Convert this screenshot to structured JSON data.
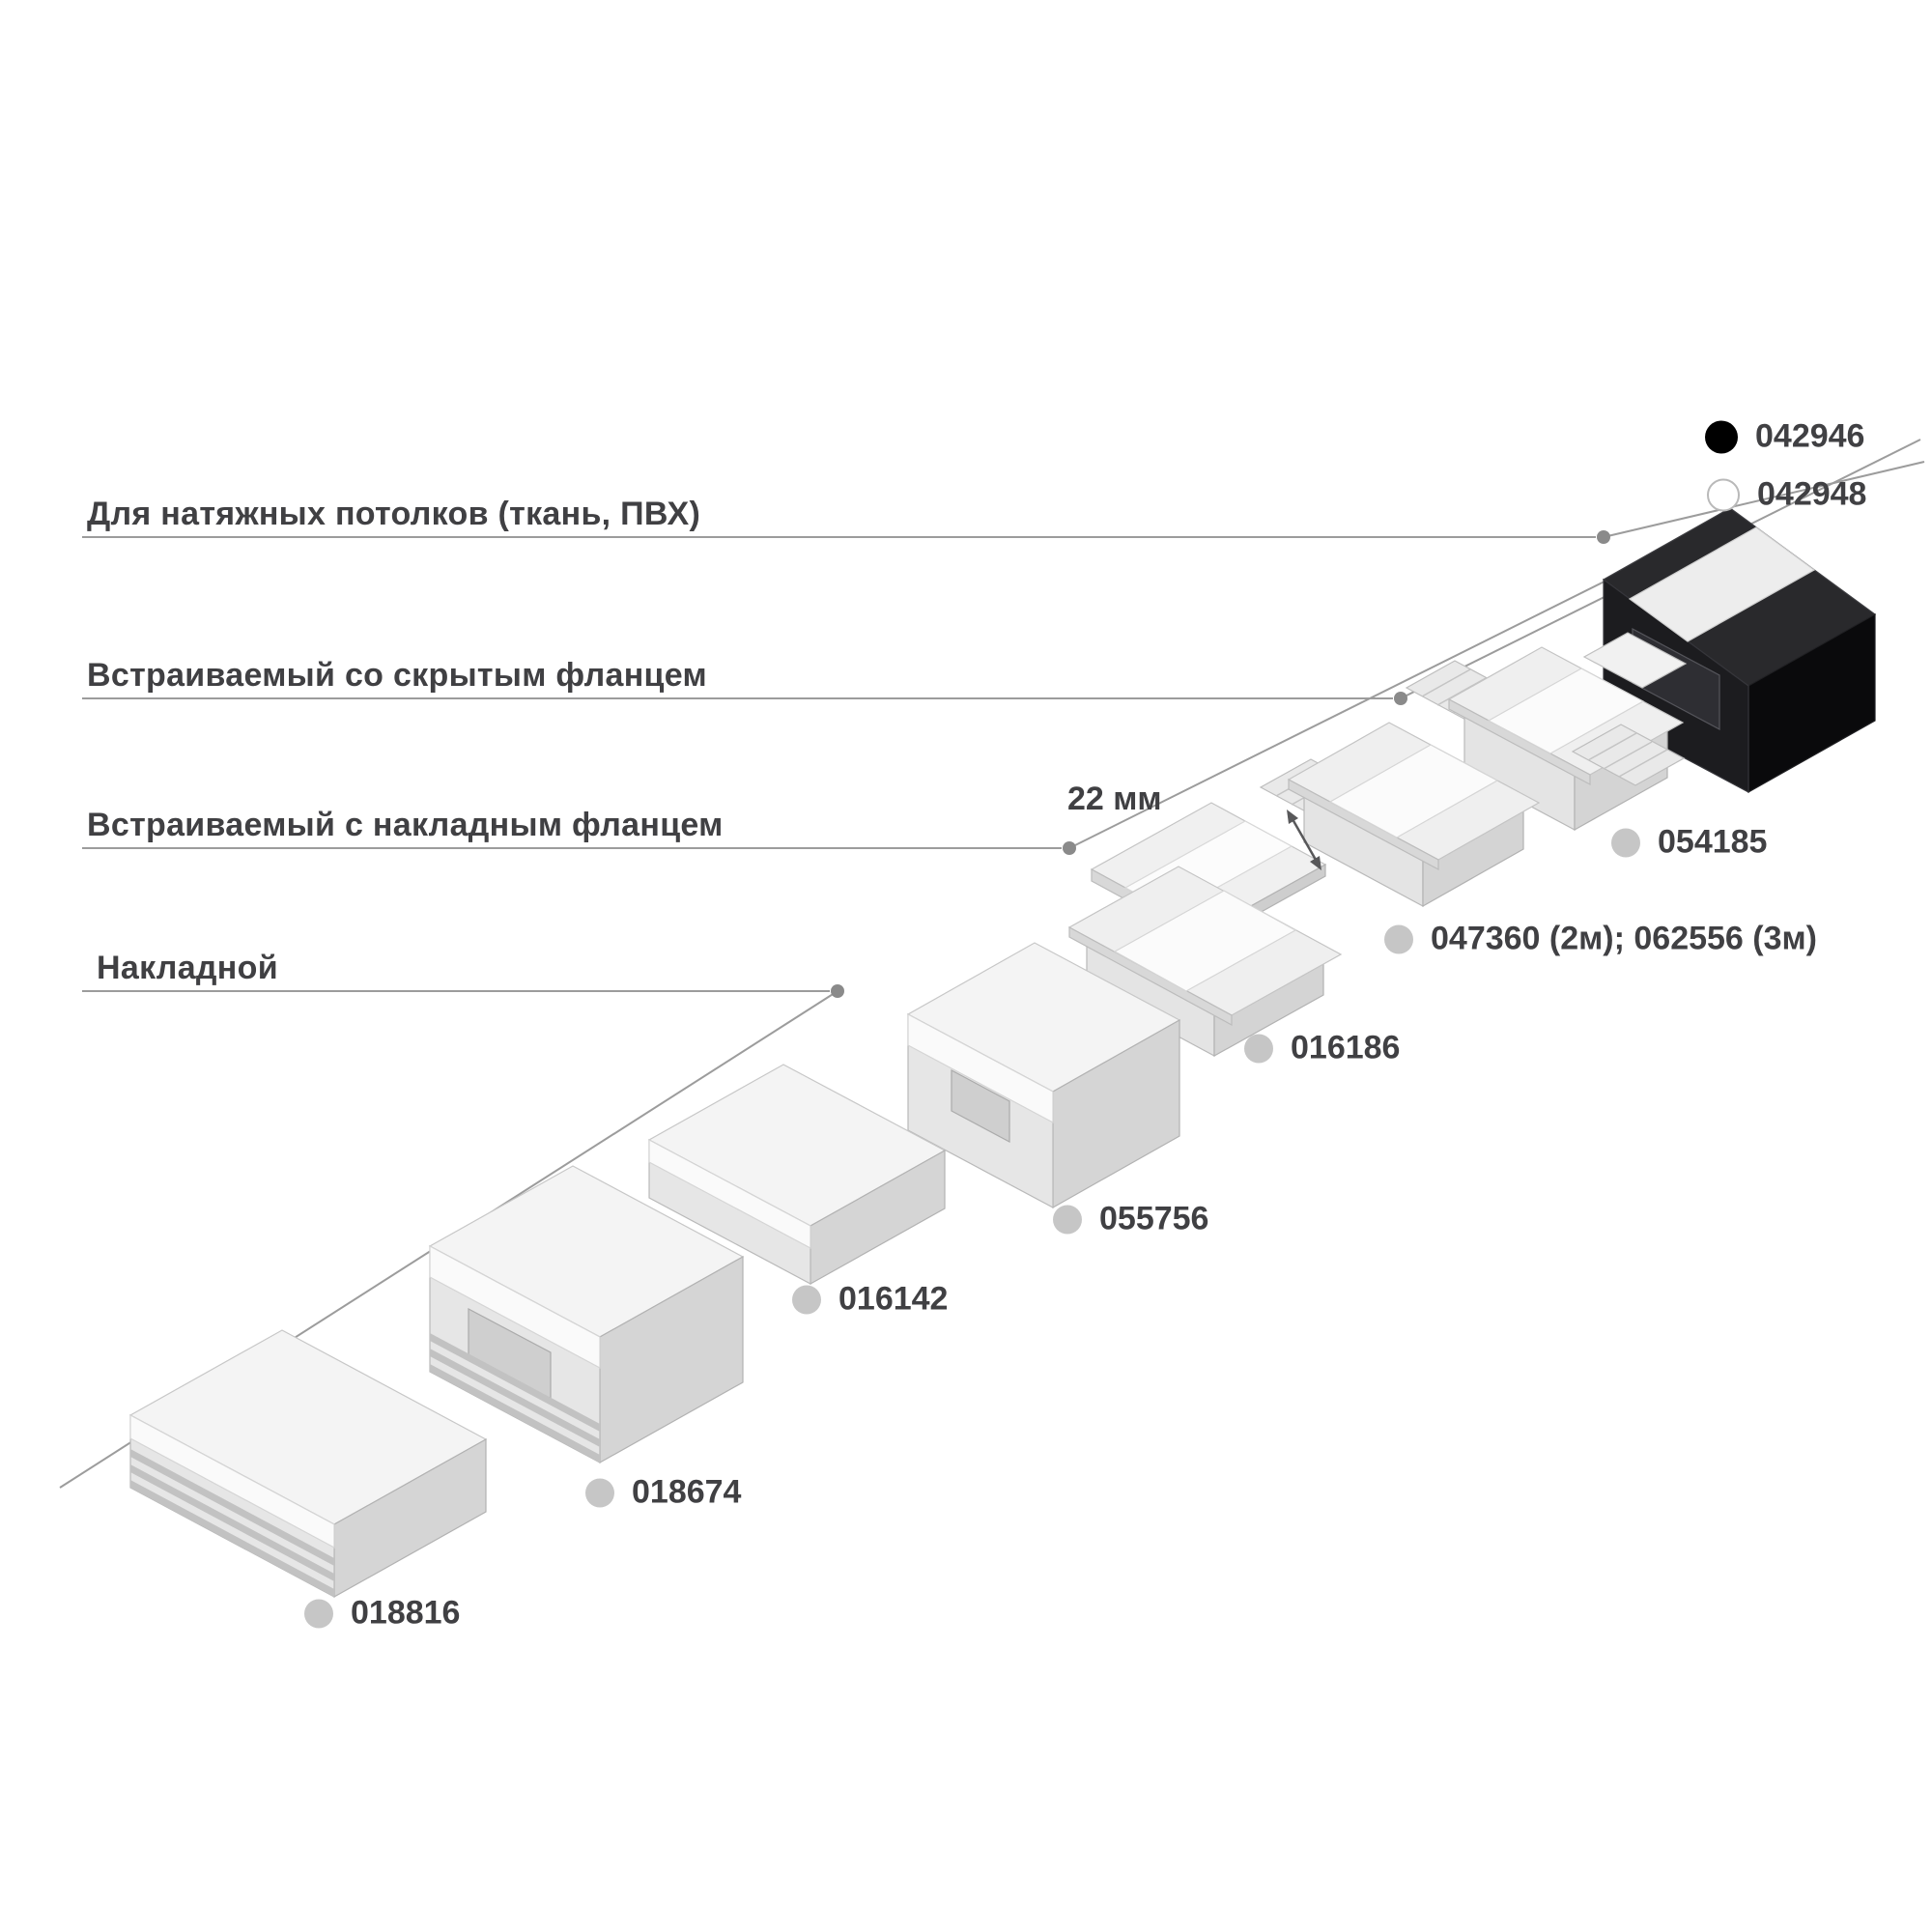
{
  "diagram": {
    "categories": [
      {
        "label": "Для натяжных потолков (ткань, ПВХ)"
      },
      {
        "label": "Встраиваемый со скрытым фланцем"
      },
      {
        "label": "Встраиваемый с накладным фланцем"
      },
      {
        "label": "Накладной"
      }
    ],
    "dimension": {
      "label": "22 мм"
    },
    "products": [
      {
        "code": "042946",
        "marker": "black"
      },
      {
        "code": "042948",
        "marker": "white"
      },
      {
        "code": "054185",
        "marker": "gray"
      },
      {
        "code": "047360 (2м); 062556 (3м)",
        "marker": "gray"
      },
      {
        "code": "016186",
        "marker": "gray"
      },
      {
        "code": "055756",
        "marker": "gray"
      },
      {
        "code": "016142",
        "marker": "gray"
      },
      {
        "code": "018674",
        "marker": "gray"
      },
      {
        "code": "018816",
        "marker": "gray"
      }
    ],
    "colors": {
      "text": "#404043",
      "leader_line": "#9c9c9c",
      "marker_gray": "#c6c6c6",
      "marker_black": "#000000",
      "marker_white_border": "#b9b9b9",
      "profile_black": "#1c1c1f",
      "profile_light": "#e6e6e6"
    }
  }
}
